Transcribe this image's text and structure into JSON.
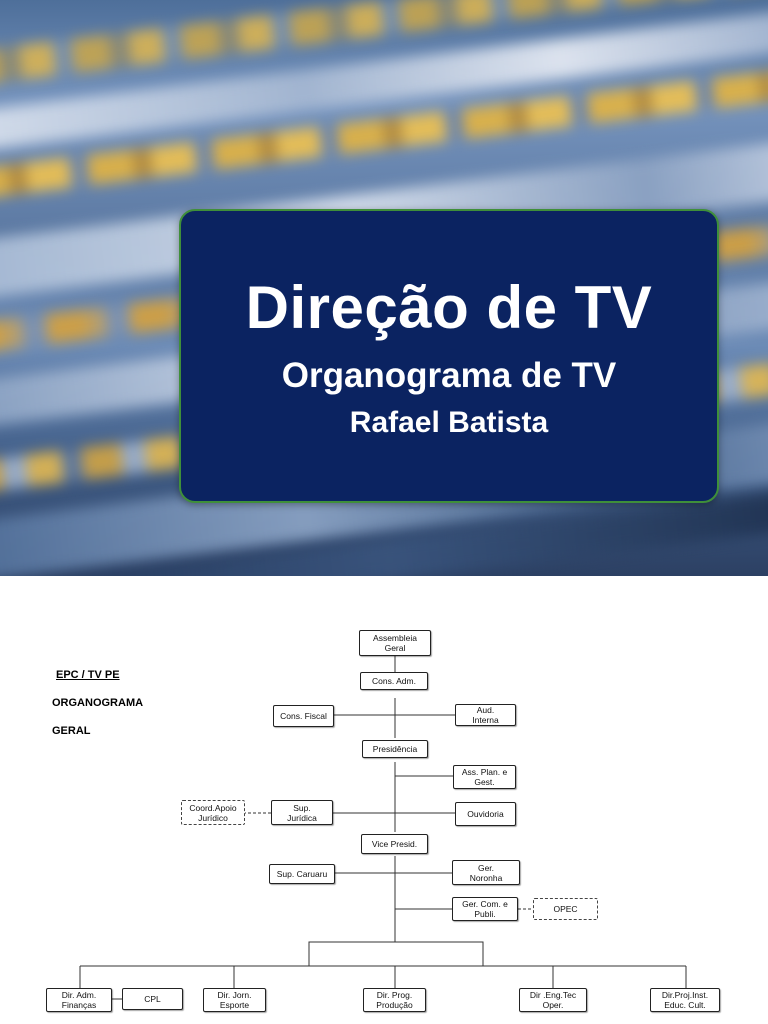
{
  "slide": {
    "title": "Direção de TV",
    "subtitle": "Organograma de TV",
    "author": "Rafael Batista"
  },
  "org_chart": {
    "labels": {
      "company": "EPC / TV PE",
      "line1": "ORGANOGRAMA",
      "line2": "GERAL"
    },
    "nodes": {
      "assembleia": "Assembleia\nGeral",
      "cons_adm": "Cons. Adm.",
      "cons_fiscal": "Cons. Fiscal",
      "aud_interna": "Aud.\nInterna",
      "presidencia": "Presidência",
      "ass_plan": "Ass. Plan. e\nGest.",
      "coord_apoio": "Coord.Apoio\nJurídico",
      "sup_juridica": "Sup.\nJurídica",
      "ouvidoria": "Ouvidoria",
      "vice_presid": "Vice Presid.",
      "sup_caruaru": "Sup. Caruaru",
      "ger_noronha": "Ger.\nNoronha",
      "ger_com": "Ger. Com. e\nPubli.",
      "opec": "OPEC",
      "dir_adm": "Dir. Adm.\nFinanças",
      "cpl": "CPL",
      "dir_jorn": "Dir. Jorn.\nEsporte",
      "dir_prog": "Dir. Prog.\nProdução",
      "dir_eng": "Dir .Eng.Tec\nOper.",
      "dir_proj": "Dir.Proj.Inst.\nEduc. Cult."
    }
  }
}
